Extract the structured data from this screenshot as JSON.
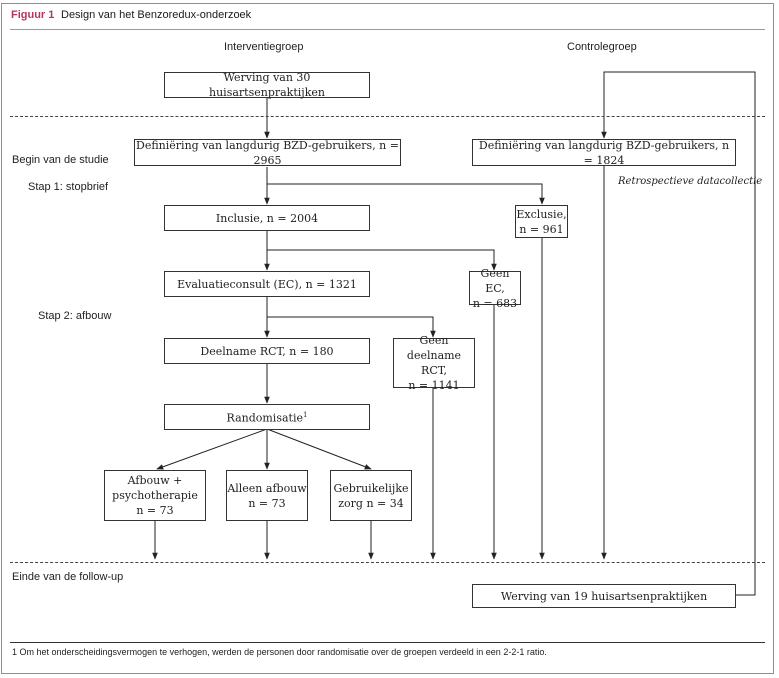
{
  "figure": {
    "label": "Figuur 1",
    "title": "Design van het Benzoredux-onderzoek"
  },
  "groups": {
    "intervention": "Interventiegroep",
    "control": "Controlegroep"
  },
  "stages": {
    "start": "Begin van de studie",
    "step1": "Stap 1: stopbrief",
    "step2": "Stap 2: afbouw",
    "end": "Einde van de follow-up"
  },
  "boxes": {
    "recruit_intervention": "Werving van 30 huisartsenpraktijken",
    "define_intervention": "Definiëring van langdurig BZD-gebruikers, n = 2965",
    "define_control": "Definiëring van langdurig BZD-gebruikers, n = 1824",
    "inclusion": "Inclusie, n = 2004",
    "exclusion_line1": "Exclusie,",
    "exclusion_line2": "n = 961",
    "evaluation": "Evaluatieconsult (EC), n = 1321",
    "no_ec_line1": "Geen EC,",
    "no_ec_line2": "n = 683",
    "rct": "Deelname RCT, n = 180",
    "no_rct_line1": "Geen deelname",
    "no_rct_line2": "RCT,",
    "no_rct_line3": "n = 1141",
    "randomisation": "Randomisatie",
    "randomisation_sup": "1",
    "arm1_line1": "Afbouw +",
    "arm1_line2": "psychotherapie",
    "arm1_line3": "n = 73",
    "arm2_line1": "Alleen afbouw",
    "arm2_line2": "n = 73",
    "arm3_line1": "Gebruikelijke",
    "arm3_line2": "zorg n = 34",
    "recruit_control": "Werving van 19 huisartsenpraktijken"
  },
  "notes": {
    "retrospective": "Retrospectieve datacollectie"
  },
  "footnote": "1 Om het onderscheidingsvermogen te verhogen, werden de personen door randomisatie over de groepen verdeeld in een 2-2-1 ratio."
}
